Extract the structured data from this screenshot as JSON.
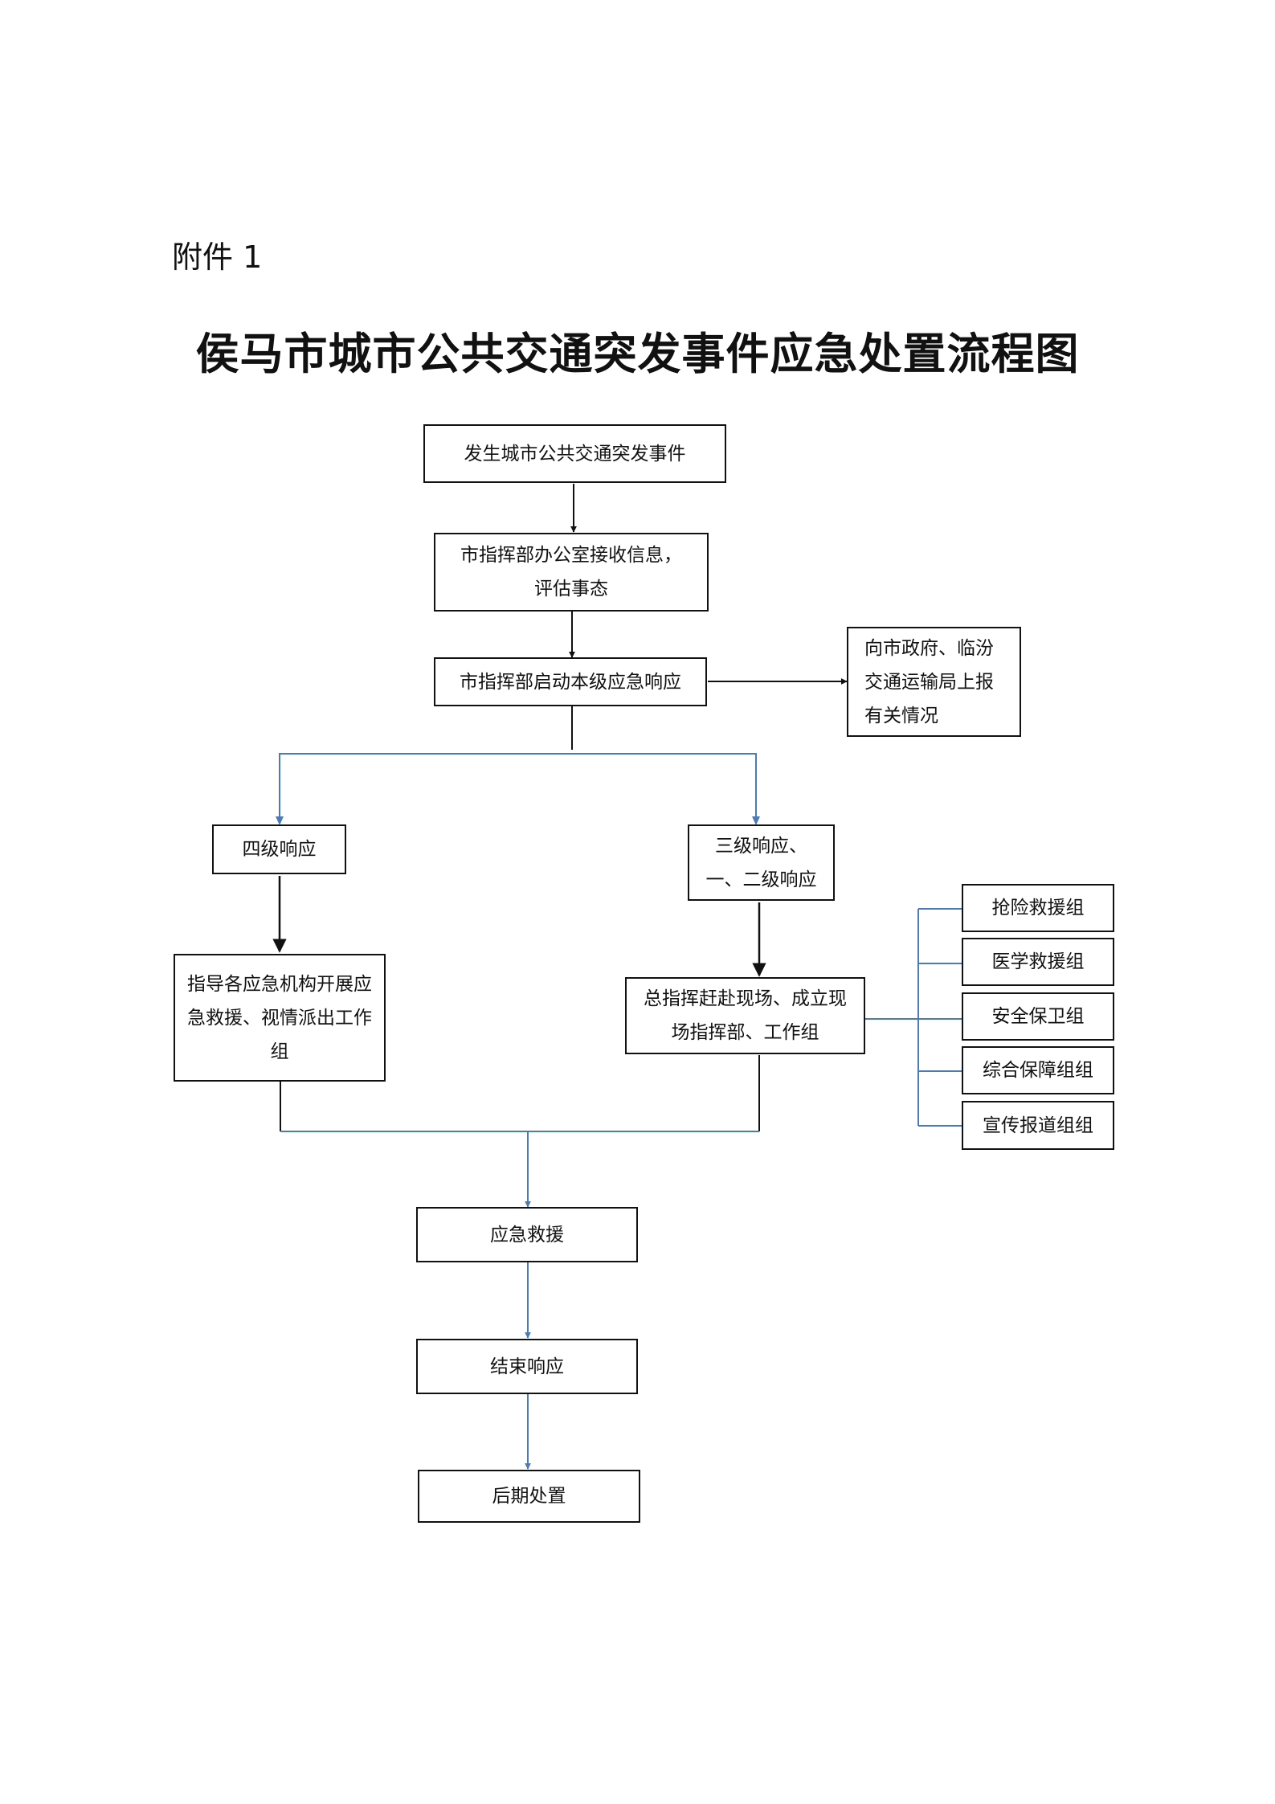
{
  "annex_label": "附件 1",
  "title": "侯马市城市公共交通突发事件应急处置流程图",
  "colors": {
    "black_line": "#111111",
    "blue_line": "#4a7ab8"
  },
  "nodes": {
    "incident": "发生城市公共交通突发事件",
    "receive_info": "市指挥部办公室接收信息，评估事态",
    "activate_response": "市指挥部启动本级应急响应",
    "report_upward": "向市政府、临汾交通运输局上报有关情况",
    "level_four": "四级响应",
    "level_three_two_one": "三级响应、一、二级响应",
    "guide_agencies": "指导各应急机构开展应急救援、视情派出工作组",
    "commander_on_site": "总指挥赶赴现场、成立现场指挥部、工作组",
    "emergency_rescue": "应急救援",
    "end_response": "结束响应",
    "aftermath": "后期处置"
  },
  "groups": [
    "抢险救援组",
    "医学救援组",
    "安全保卫组",
    "综合保障组组",
    "宣传报道组组"
  ]
}
